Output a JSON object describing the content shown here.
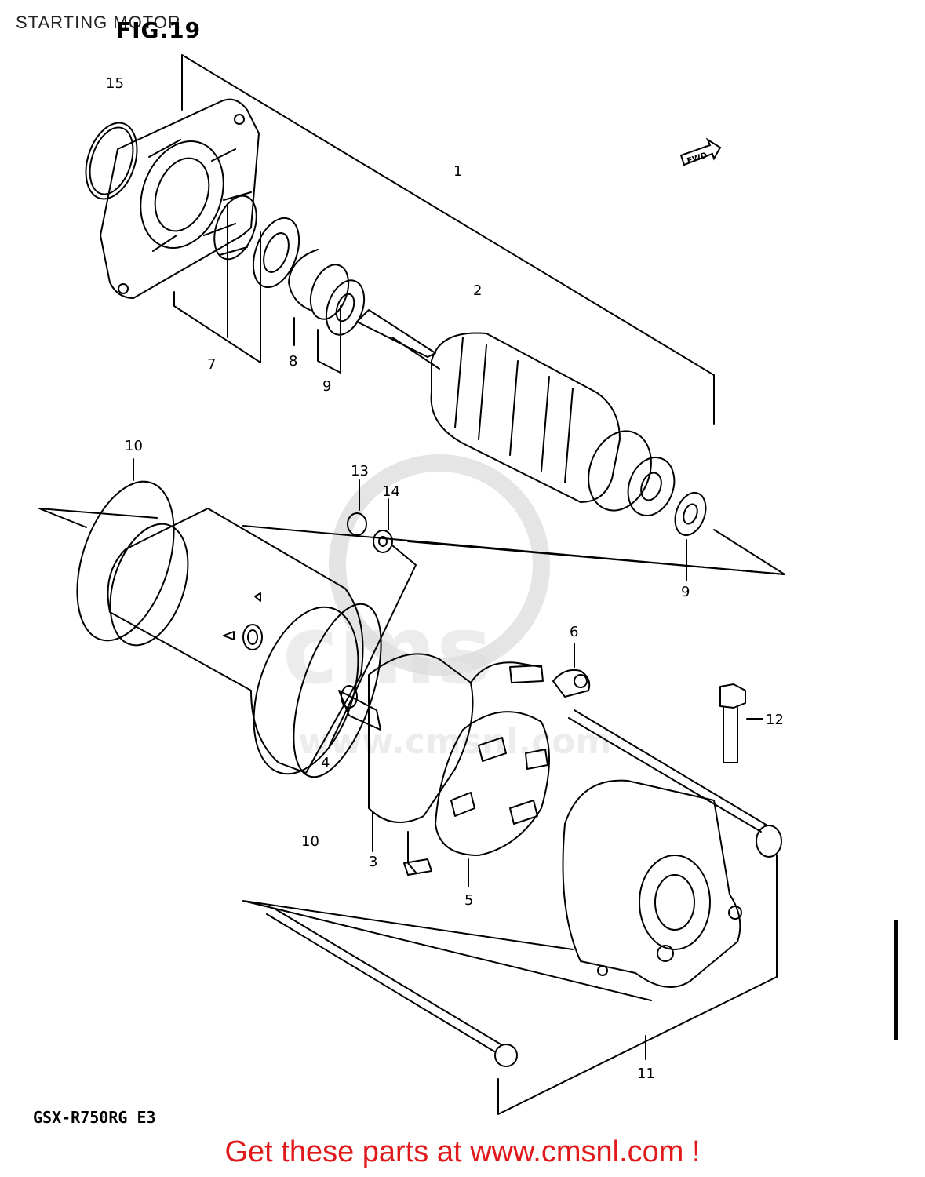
{
  "page_title": "STARTING MOTOR",
  "figure_label": "FIG.19",
  "fwd_label": "FWD",
  "model_code": "GSX-R750RG  E3",
  "footer_link": "Get these parts at www.cmsnl.com !",
  "watermark": "cms",
  "watermark_url": "www.cmsnl.com",
  "callouts": [
    {
      "id": "c15",
      "text": "15"
    },
    {
      "id": "c1",
      "text": "1"
    },
    {
      "id": "c2",
      "text": "2"
    },
    {
      "id": "c7",
      "text": "7"
    },
    {
      "id": "c8",
      "text": "8"
    },
    {
      "id": "c9a",
      "text": "9"
    },
    {
      "id": "c10a",
      "text": "10"
    },
    {
      "id": "c13",
      "text": "13"
    },
    {
      "id": "c14",
      "text": "14"
    },
    {
      "id": "c9b",
      "text": "9"
    },
    {
      "id": "c6",
      "text": "6"
    },
    {
      "id": "c12",
      "text": "12"
    },
    {
      "id": "c4",
      "text": "4"
    },
    {
      "id": "c10b",
      "text": "10"
    },
    {
      "id": "c3",
      "text": "3"
    },
    {
      "id": "c5",
      "text": "5"
    },
    {
      "id": "c11",
      "text": "11"
    }
  ]
}
